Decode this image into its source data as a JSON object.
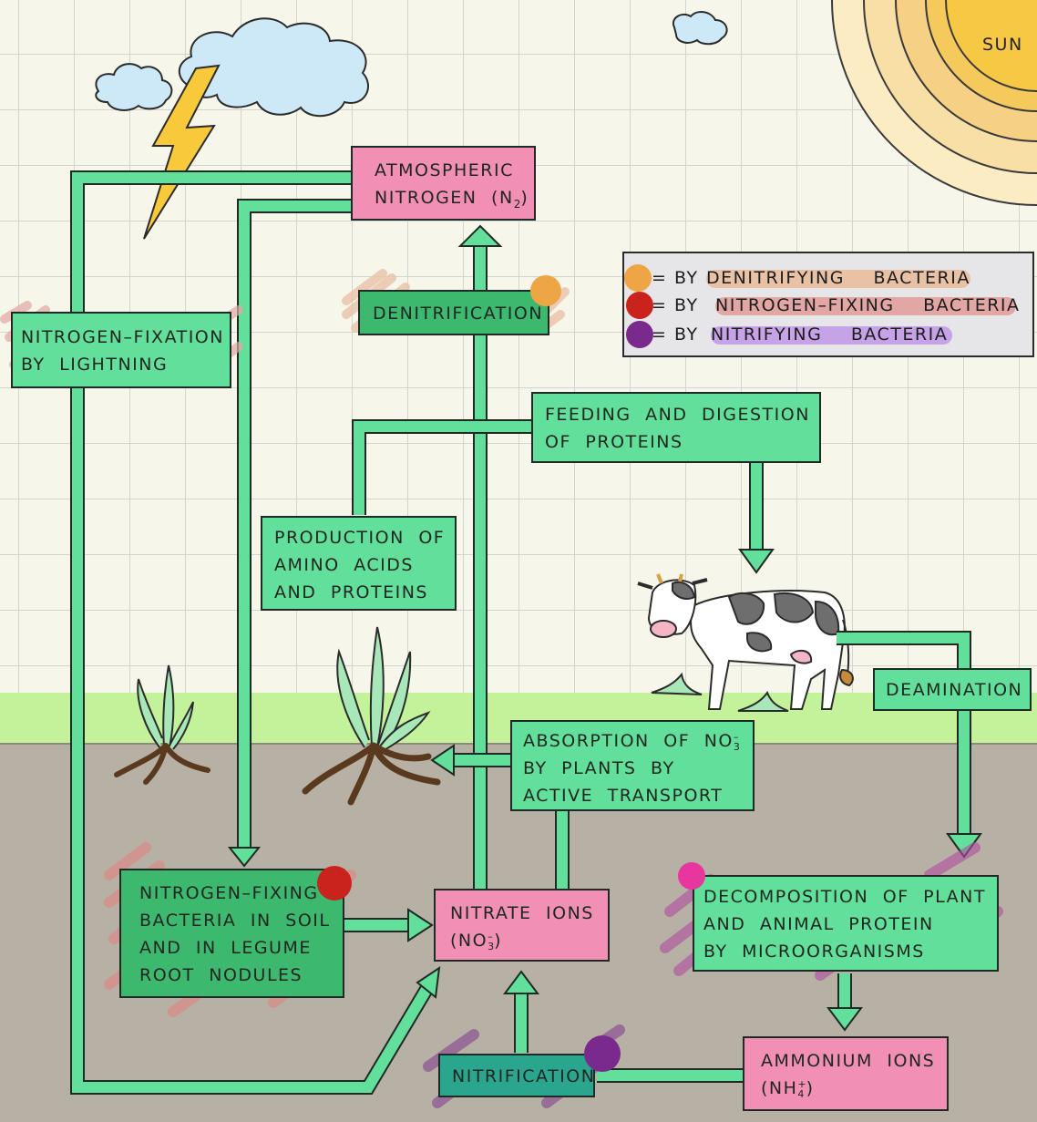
{
  "sun": {
    "label": "SUN"
  },
  "legend": {
    "items": [
      {
        "prefix": "= BY",
        "text": "DENITRIFYING BACTERIA",
        "dot_color": "#eea545",
        "highlight_color": "#e9c2a6"
      },
      {
        "prefix": "= BY",
        "text": "NITROGEN–FIXING BACTERIA",
        "dot_color": "#c9231c",
        "highlight_color": "#e2a7a4"
      },
      {
        "prefix": "= BY",
        "text": "NITRIFYING BACTERIA",
        "dot_color": "#7a2a8c",
        "highlight_color": "#c6a3e6"
      }
    ]
  },
  "nodes": {
    "atmospheric_nitrogen": {
      "line1": "ATMOSPHERIC",
      "line2": "NITROGEN (N",
      "sub": "2",
      "line2_end": ")"
    },
    "denitrification": {
      "label": "DENITRIFICATION"
    },
    "nitrogen_fixation_lightning": {
      "line1": "NITROGEN–FIXATION",
      "line2": "BY LIGHTNING"
    },
    "feeding_digestion": {
      "line1": "FEEDING AND DIGESTION",
      "line2": "OF PROTEINS"
    },
    "production_amino": {
      "line1": "PRODUCTION OF",
      "line2": "AMINO ACIDS",
      "line3": "AND PROTEINS"
    },
    "deamination": {
      "label": "DEAMINATION"
    },
    "absorption": {
      "line1a": "ABSORPTION OF NO",
      "line1_sub": "3",
      "line1_sup": "–",
      "line2": "BY PLANTS BY",
      "line3": "ACTIVE TRANSPORT"
    },
    "nitrogen_fixing_bacteria": {
      "line1": "NITROGEN–FIXING",
      "line2": "BACTERIA IN SOIL",
      "line3": "AND IN LEGUME",
      "line4": "ROOT NODULES"
    },
    "nitrate_ions": {
      "line1": "NITRATE IONS",
      "line2a": "(NO",
      "line2_sub": "3",
      "line2_sup": "–",
      "line2_end": ")"
    },
    "decomposition": {
      "line1": "DECOMPOSITION OF PLANT",
      "line2": "AND ANIMAL PROTEIN",
      "line3": "BY MICROORGANISMS"
    },
    "nitrification": {
      "label": "NITRIFICATION"
    },
    "ammonium_ions": {
      "line1": "AMMONIUM IONS",
      "line2a": "(NH",
      "line2_sub": "4",
      "line2_sup": "+",
      "line2_end": ")"
    }
  },
  "colors": {
    "green_box": "#62df9b",
    "pink_box": "#f28fb4",
    "arrow": "#62df9b",
    "soil": "#b7b0a4",
    "grass": "#c4f29b",
    "sky": "#f7f6ea",
    "orange_marker": "#eea545",
    "red_marker": "#c9231c",
    "purple_marker": "#7a2a8c",
    "magenta_marker": "#e8369f"
  }
}
